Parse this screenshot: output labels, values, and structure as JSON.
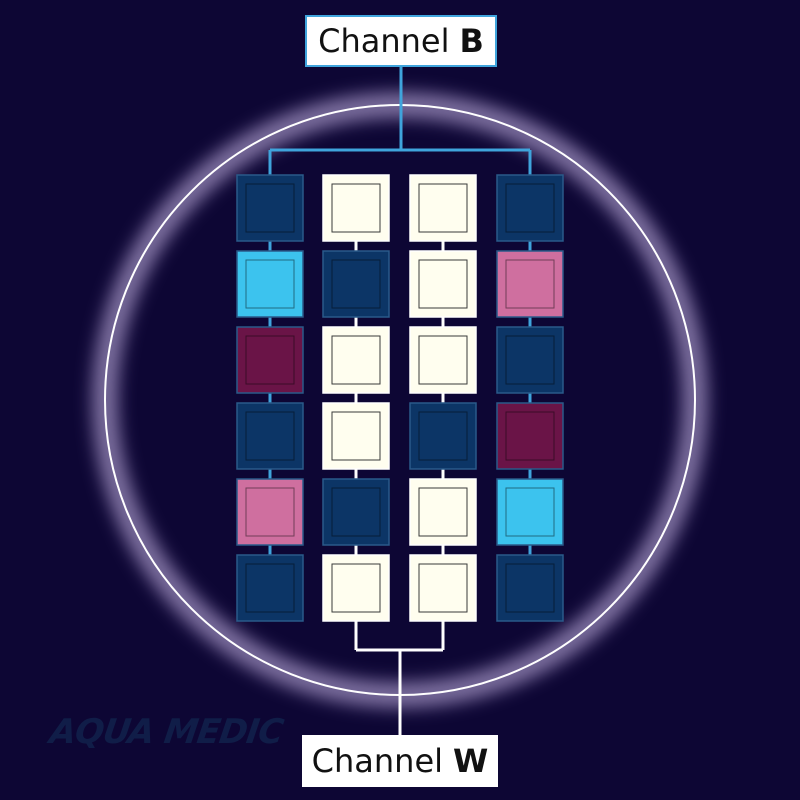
{
  "channels": {
    "b": {
      "prefix": "Channel",
      "letter": "B",
      "line_color": "#3fa4dc"
    },
    "w": {
      "prefix": "Channel",
      "letter": "W",
      "line_color": "#ffffff"
    }
  },
  "brand": {
    "logo_text": "AQUA MEDIC"
  },
  "led_colors": {
    "royal_blue": "#0c3566",
    "white": "#fffeef",
    "cyan": "#3cc3ee",
    "pink": "#cf6f9f",
    "red": "#6a1447"
  },
  "led_grid": [
    [
      "royal_blue",
      "white",
      "white",
      "royal_blue"
    ],
    [
      "cyan",
      "royal_blue",
      "white",
      "pink"
    ],
    [
      "red",
      "white",
      "white",
      "royal_blue"
    ],
    [
      "royal_blue",
      "white",
      "royal_blue",
      "red"
    ],
    [
      "pink",
      "royal_blue",
      "white",
      "cyan"
    ],
    [
      "royal_blue",
      "white",
      "white",
      "royal_blue"
    ]
  ]
}
